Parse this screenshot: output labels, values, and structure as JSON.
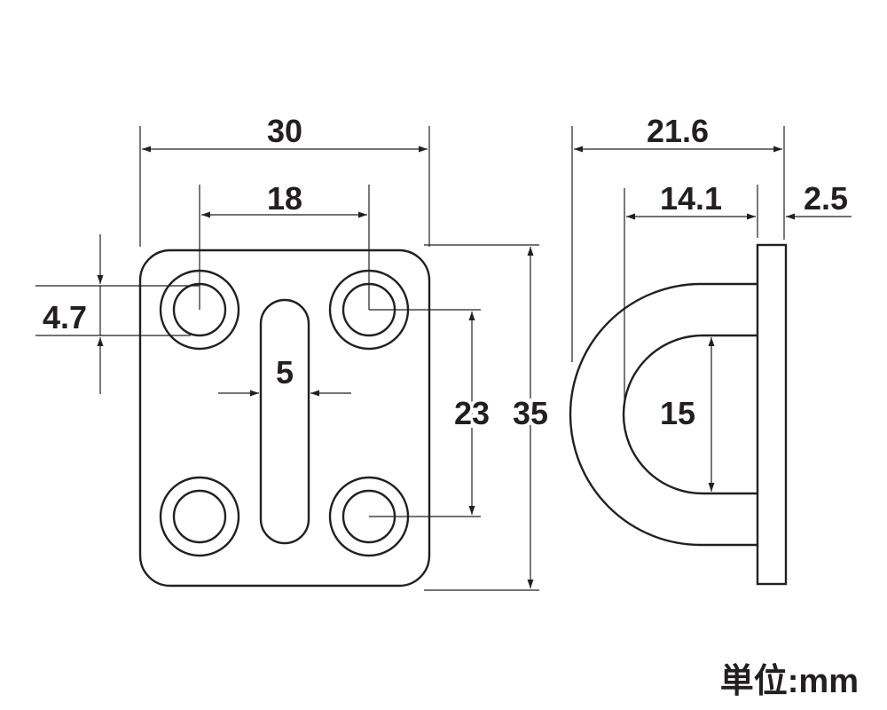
{
  "dimensions": {
    "front_width": "30",
    "hole_spacing_horizontal": "18",
    "hole_diameter": "4.7",
    "slot_width": "5",
    "hole_spacing_vertical": "23",
    "front_height": "35",
    "side_depth_total": "21.6",
    "side_loop_depth": "14.1",
    "plate_thickness": "2.5",
    "loop_inner_height": "15"
  },
  "unit_label": "単位:mm"
}
